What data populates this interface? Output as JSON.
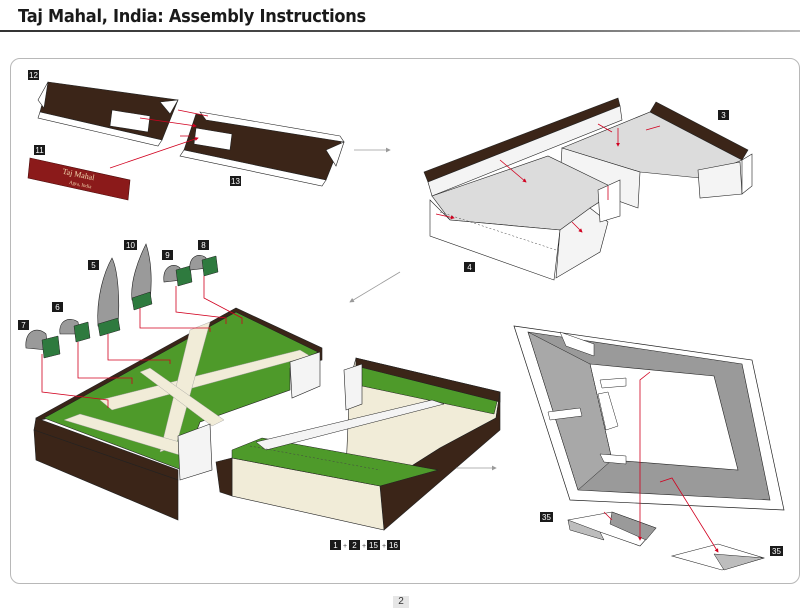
{
  "page": {
    "title": "Taj Mahal, India: Assembly Instructions",
    "page_number": "2"
  },
  "nameplate": {
    "line1": "Taj Mahal",
    "line2": "Agra, India"
  },
  "part_labels": {
    "p1": "1",
    "p2": "2",
    "p3": "3",
    "p4": "4",
    "p5": "5",
    "p6": "6",
    "p7": "7",
    "p8": "8",
    "p9": "9",
    "p10": "10",
    "p11": "11",
    "p12": "12",
    "p13": "13",
    "p15": "15",
    "p16": "16",
    "p35a": "35",
    "p35b": "35"
  },
  "sequence": {
    "separator": "+",
    "items": [
      "1",
      "2",
      "15",
      "16"
    ]
  },
  "colors": {
    "wall_dark": "#3b2518",
    "lawn_green": "#4e9a2a",
    "floor_grey": "#dcdcdc",
    "inner_grey": "#9a9a9a",
    "glue_line": "#d1001f",
    "nameplate_red": "#8b1a1a"
  }
}
